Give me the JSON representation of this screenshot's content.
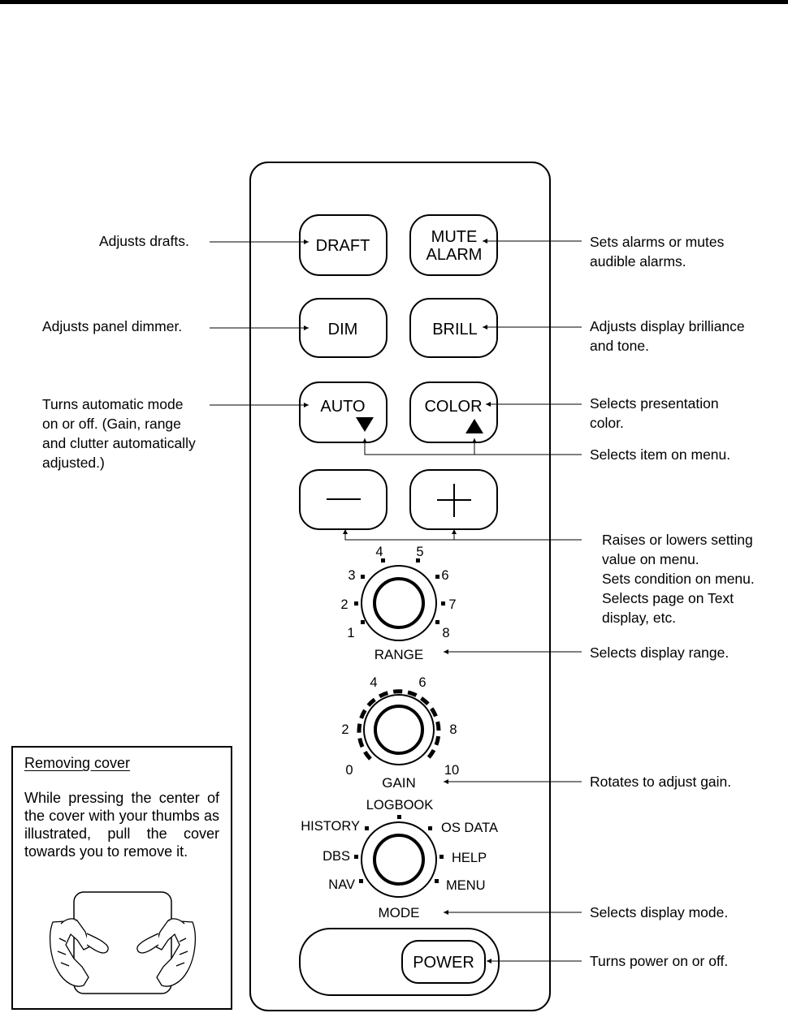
{
  "keys": {
    "draft": "DRAFT",
    "mute_alarm": [
      "MUTE",
      "ALARM"
    ],
    "dim": "DIM",
    "brill": "BRILL",
    "auto": "AUTO",
    "color": "COLOR",
    "power": "POWER"
  },
  "left_callouts": {
    "draft": "Adjusts drafts.",
    "dim": "Adjusts panel dimmer.",
    "auto": [
      "Turns automatic mode",
      "on or off. (Gain, range",
      "and clutter automatically",
      "adjusted.)"
    ]
  },
  "right_callouts": {
    "mute_alarm": [
      "Sets alarms or mutes",
      "audible alarms."
    ],
    "brill": [
      "Adjusts display brilliance",
      "and tone."
    ],
    "color": [
      "Selects presentation",
      "color."
    ],
    "arrows": "Selects item on menu.",
    "plus_minus": [
      "Raises or lowers setting",
      "value on menu.",
      "Sets condition on menu.",
      "Selects page on Text",
      "display, etc."
    ],
    "range": "Selects display range.",
    "gain": "Rotates to adjust gain.",
    "mode": "Selects display mode.",
    "power": "Turns power on or off."
  },
  "range_knob": {
    "label": "RANGE",
    "positions": [
      "1",
      "2",
      "3",
      "4",
      "5",
      "6",
      "7",
      "8"
    ]
  },
  "gain_knob": {
    "label": "GAIN",
    "scale": [
      "0",
      "2",
      "4",
      "6",
      "8",
      "10"
    ]
  },
  "mode_knob": {
    "label": "MODE",
    "positions": [
      "NAV",
      "DBS",
      "HISTORY",
      "LOGBOOK",
      "OS DATA",
      "HELP",
      "MENU"
    ]
  },
  "cover_note": {
    "title": "Removing cover",
    "text": "While pressing the center of the cover with your thumbs as illustrated, pull the cover towards you to remove it."
  }
}
